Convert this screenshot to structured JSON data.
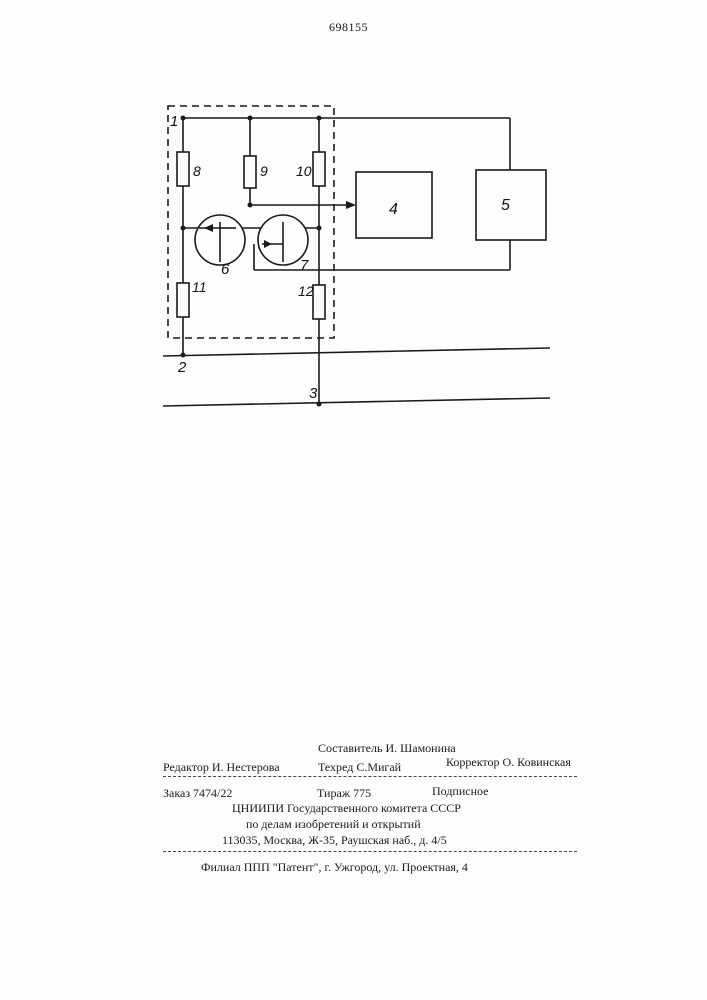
{
  "header": {
    "patent_number": "698155"
  },
  "diagram": {
    "labels": {
      "n1": "1",
      "n2": "2",
      "n3": "3",
      "n4": "4",
      "n5": "5",
      "n6": "6",
      "n7": "7",
      "n8": "8",
      "n9": "9",
      "n10": "10",
      "n11": "11",
      "n12": "12"
    }
  },
  "footer": {
    "compiler": "Составитель И. Шамонина",
    "editor": "Редактор И. Нестерова",
    "techred": "Техред С.Мигай",
    "corrector": "Корректор О. Ковинская",
    "order": "Заказ 7474/22",
    "circulation": "Тираж 775",
    "subscription": "Подписное",
    "org_line1": "ЦНИИПИ Государственного комитета СССР",
    "org_line2": "по делам изобретений и открытий",
    "address": "113035, Москва, Ж-35, Раушская наб., д. 4/5",
    "branch": "Филиал ППП \"Патент\", г. Ужгород, ул. Проектная, 4"
  }
}
